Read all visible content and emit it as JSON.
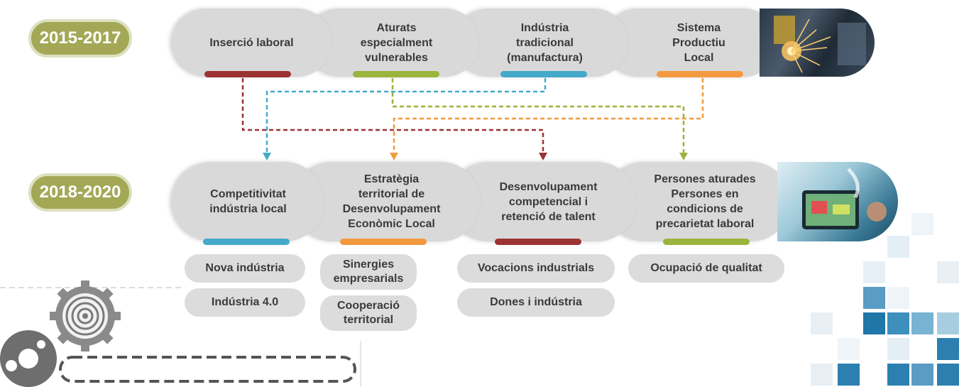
{
  "periods": [
    {
      "label": "2015-2017"
    },
    {
      "label": "2018-2020"
    }
  ],
  "top_row": [
    {
      "lines": [
        "Inserció laboral"
      ],
      "bar_color": "#9b3333"
    },
    {
      "lines": [
        "Aturats",
        "especialment",
        "vulnerables"
      ],
      "bar_color": "#9bb43c"
    },
    {
      "lines": [
        "Indústria",
        "tradicional",
        "(manufactura)"
      ],
      "bar_color": "#45a9c9"
    },
    {
      "lines": [
        "Sistema",
        "Productiu",
        "Local"
      ],
      "bar_color": "#f39a3f"
    }
  ],
  "bottom_row": [
    {
      "lines": [
        "Competitivitat",
        "indústria local"
      ],
      "bar_color": "#45a9c9"
    },
    {
      "lines": [
        "Estratègia",
        "territorial de",
        "Desenvolupament",
        "Econòmic Local"
      ],
      "bar_color": "#f39a3f"
    },
    {
      "lines": [
        "Desenvolupament",
        "competencial i",
        "retenció de talent"
      ],
      "bar_color": "#9b3333"
    },
    {
      "lines": [
        "Persones aturades",
        "Persones en",
        "condicions de",
        "precarietat laboral"
      ],
      "bar_color": "#9bb43c"
    }
  ],
  "sub_items": [
    {
      "lines": [
        "Nova indústria"
      ]
    },
    {
      "lines": [
        "Indústria 4.0"
      ]
    },
    {
      "lines": [
        "Sinergies",
        "empresarials"
      ]
    },
    {
      "lines": [
        "Cooperació",
        "territorial"
      ]
    },
    {
      "lines": [
        "Vocacions industrials"
      ]
    },
    {
      "lines": [
        "Dones i indústria"
      ]
    },
    {
      "lines": [
        "Ocupació de qualitat"
      ]
    }
  ],
  "colors": {
    "red": "#9b3333",
    "green": "#9bb43c",
    "blue": "#45a9c9",
    "orange": "#f39a3f",
    "year_badge": "#a4a856"
  },
  "images": {
    "top": "industrial-welding-photo",
    "bottom": "industry-4-tablet-photo",
    "decor": "gears-icon"
  }
}
